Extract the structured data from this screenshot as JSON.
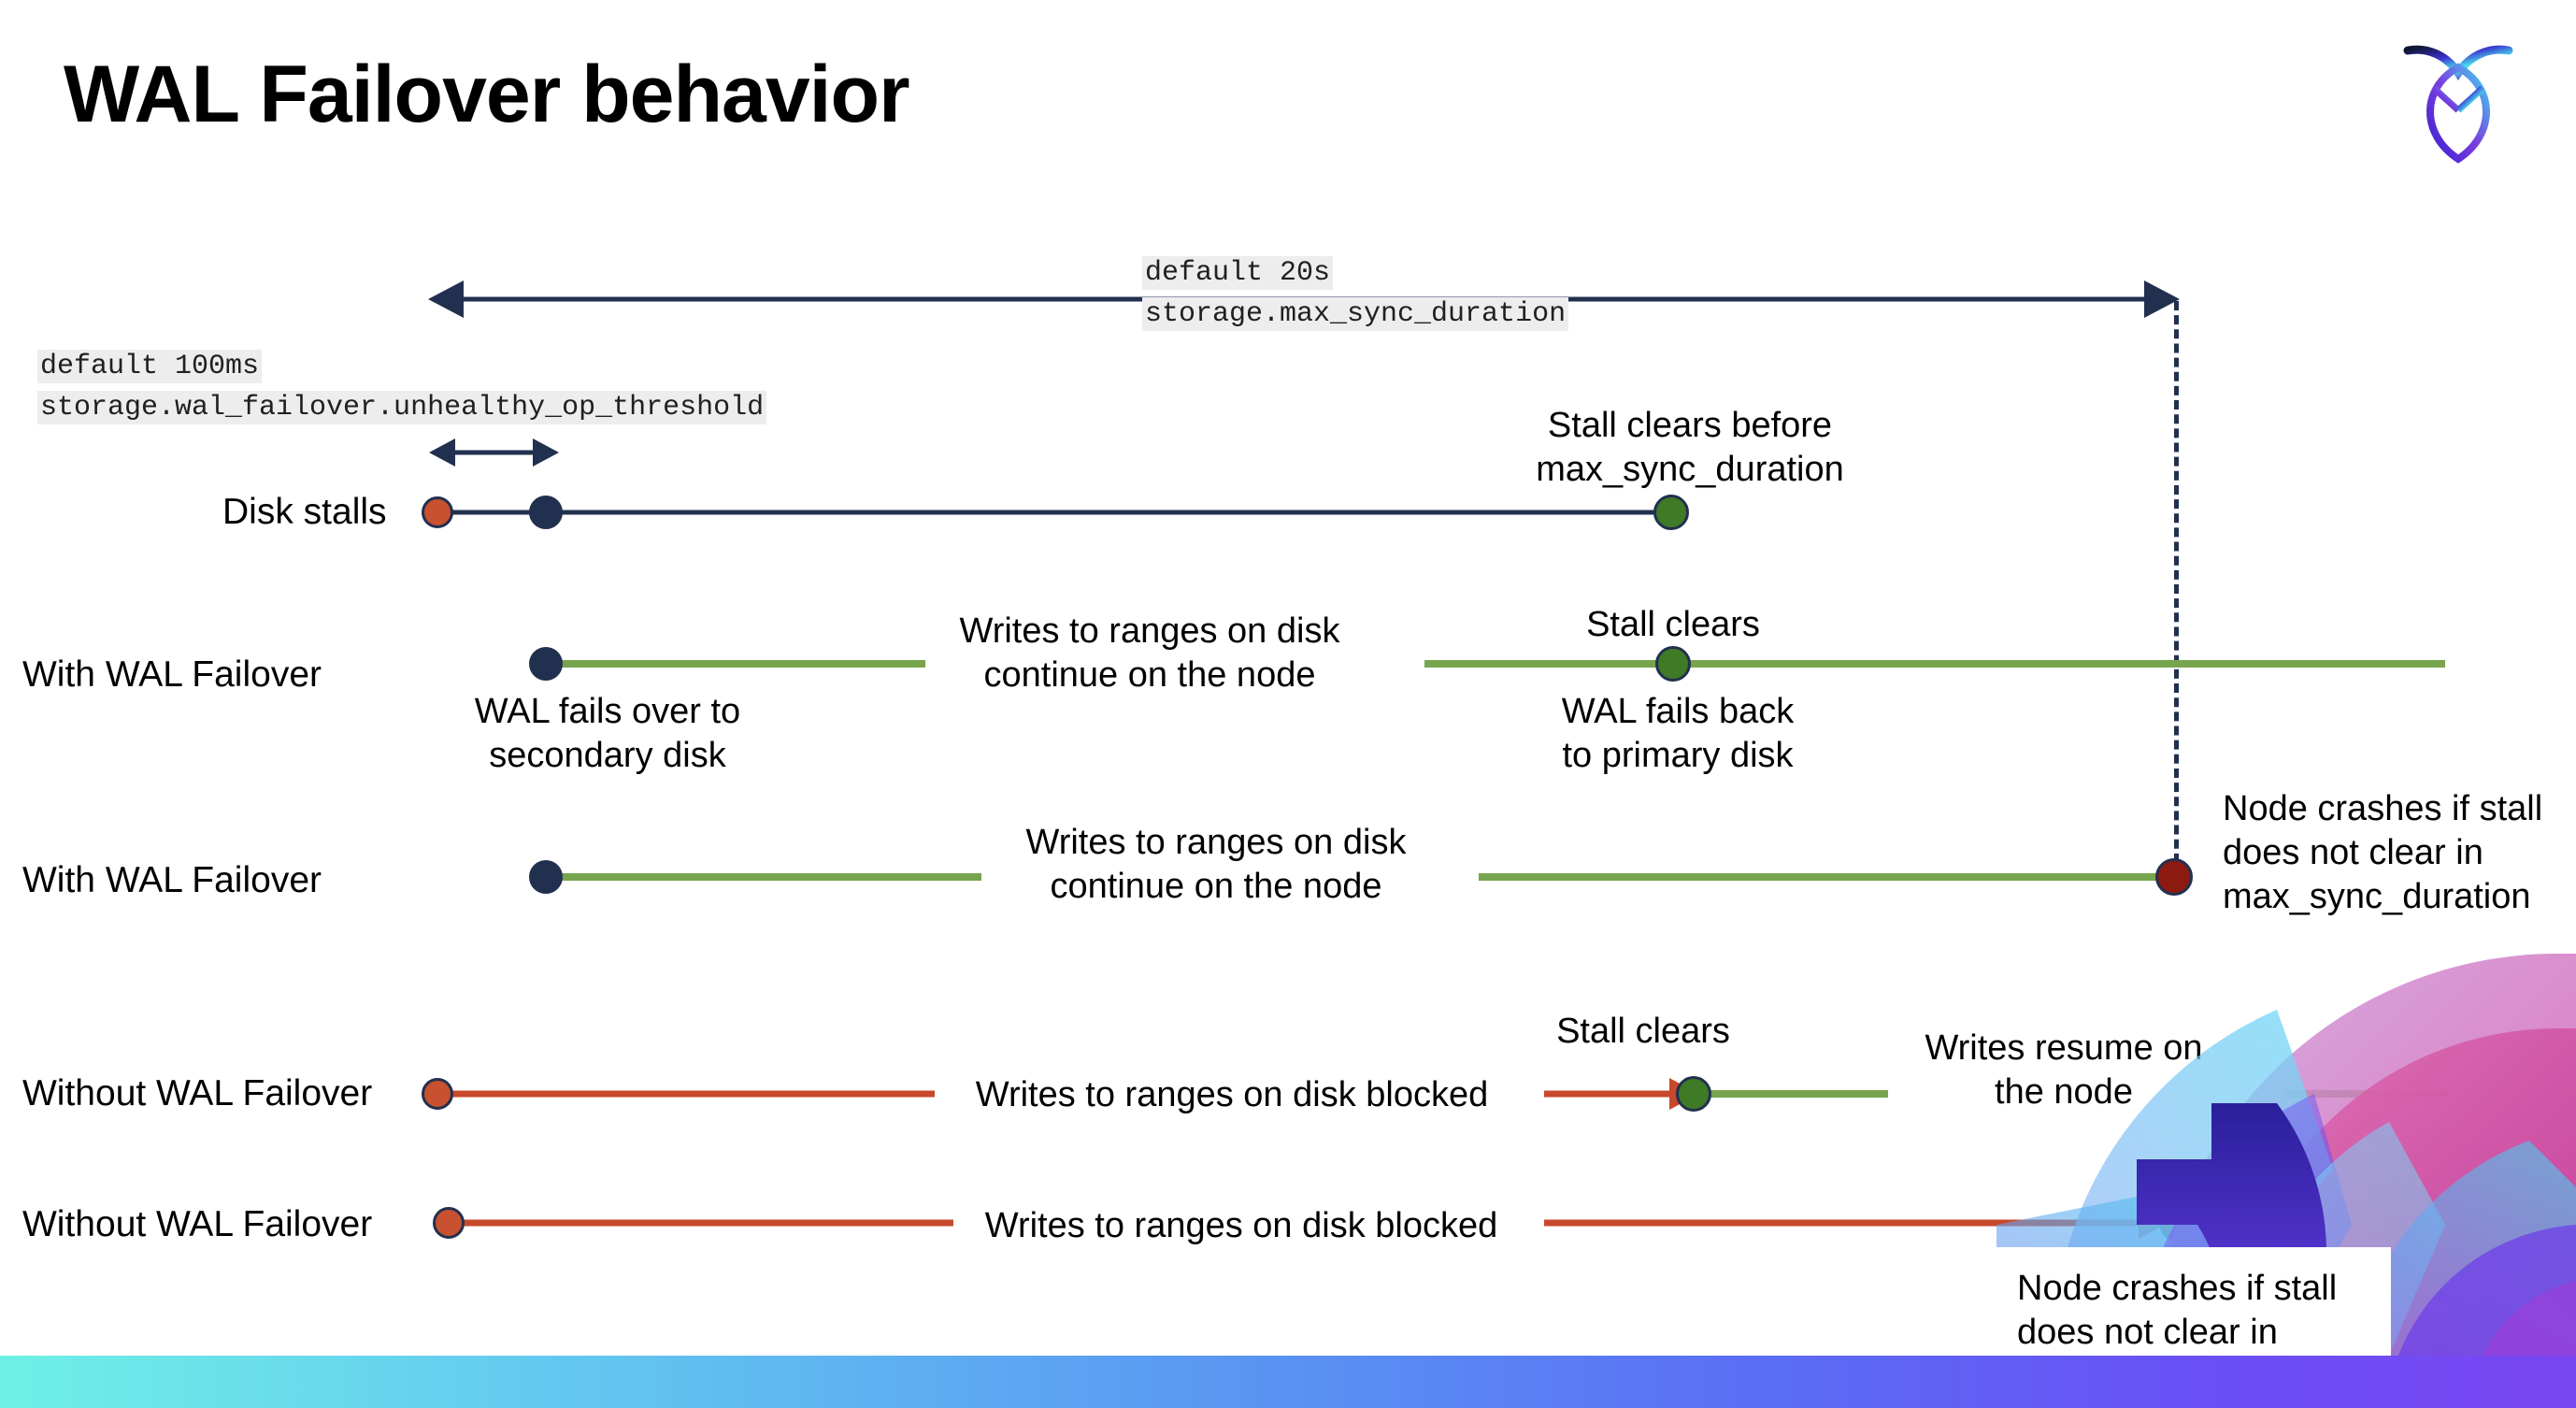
{
  "slide": {
    "title": "WAL Failover behavior",
    "logo_name": "cockroachdb-logo"
  },
  "settings": {
    "max_sync": {
      "default_text": "default 20s",
      "setting_name": "storage.max_sync_duration"
    },
    "unhealthy_op": {
      "default_text": "default 100ms",
      "setting_name": "storage.wal_failover.unhealthy_op_threshold"
    }
  },
  "rows": [
    {
      "id": "disk-stalls",
      "label": "Disk stalls",
      "annotation": "Stall clears before\nmax_sync_duration"
    },
    {
      "id": "with-wal-failover-clears",
      "label": "With WAL Failover",
      "annotation_start": "WAL fails over to\nsecondary disk",
      "annotation_mid": "Writes to ranges on disk\ncontinue on the node",
      "annotation_clear": "Stall clears",
      "annotation_end": "WAL fails  back\nto primary disk"
    },
    {
      "id": "with-wal-failover-crash",
      "label": "With WAL Failover",
      "annotation_mid": "Writes to ranges on disk\ncontinue on the node",
      "annotation_end": "Node crashes if stall\ndoes not clear in\nmax_sync_duration"
    },
    {
      "id": "without-wal-failover-clears",
      "label": "Without WAL Failover",
      "annotation_mid": "Writes to ranges on disk  blocked",
      "annotation_clear": "Stall clears",
      "annotation_end": "Writes resume on\nthe node"
    },
    {
      "id": "without-wal-failover-crash",
      "label": "Without WAL Failover",
      "annotation_mid": "Writes to ranges on disk  blocked",
      "annotation_end": "Node crashes if stall\ndoes not clear in\nmax_sync_duration"
    }
  ],
  "colors": {
    "navy": "#22304f",
    "green_line": "#76a54e",
    "green_dot": "#3f7a27",
    "orange": "#c8482b",
    "orange_dot": "#c8512f",
    "dark_red": "#8c1a11",
    "code_chip_bg": "#ededed"
  }
}
